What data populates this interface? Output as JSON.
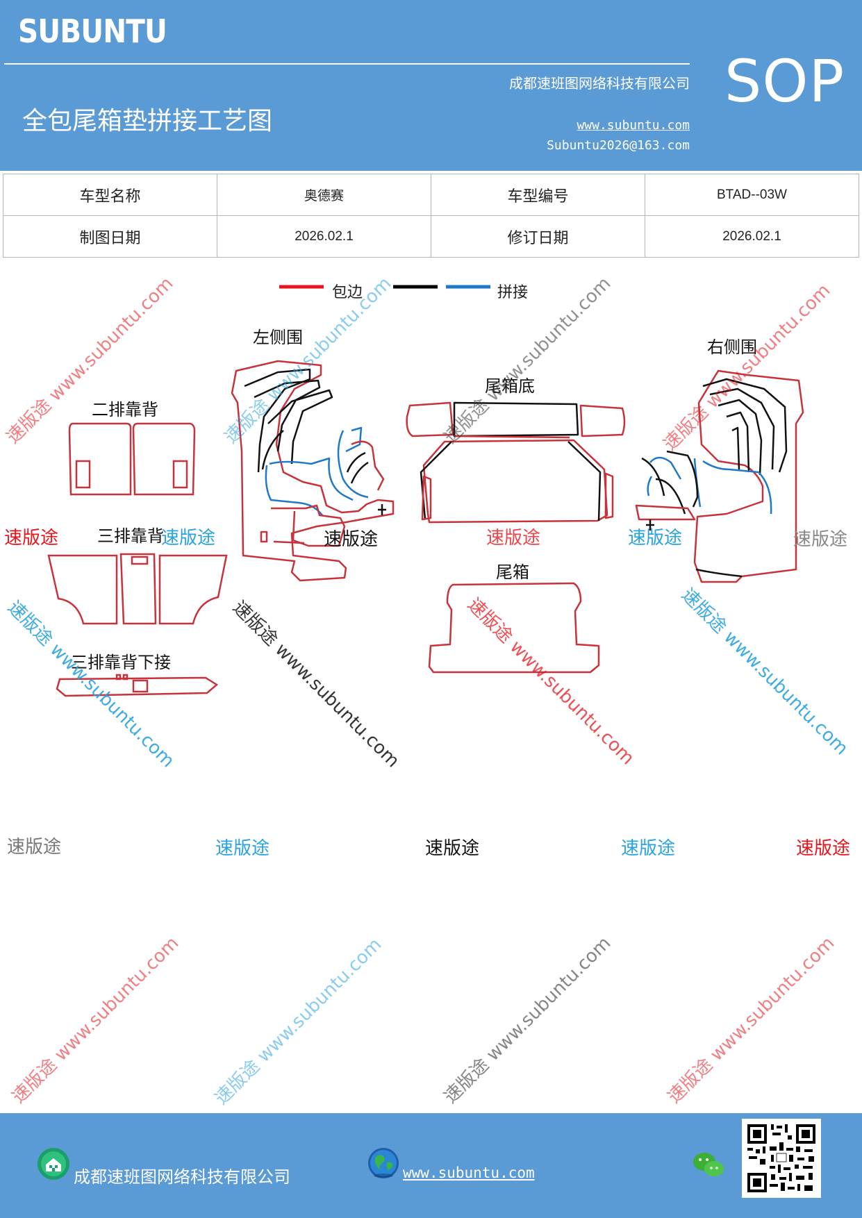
{
  "header": {
    "brand": "SUBUNTU",
    "title": "全包尾箱垫拼接工艺图",
    "company": "成都速班图网络科技有限公司",
    "website": "www.subuntu.com",
    "email": "Subuntu2026@163.com",
    "badge": "SOP"
  },
  "info_table": {
    "row1": {
      "label1": "车型名称",
      "value1": "奥德赛",
      "label2": "车型编号",
      "value2": "BTAD--03W"
    },
    "row2": {
      "label1": "制图日期",
      "value1": "2026.02.1",
      "label2": "修订日期",
      "value2": "2026.02.1"
    }
  },
  "legend": {
    "items": [
      {
        "label": "包边",
        "color": "#e8141b"
      },
      {
        "label": "",
        "color": "#000000"
      },
      {
        "label": "拼接",
        "color": "#1f78c8"
      }
    ]
  },
  "parts": {
    "left_side": "左侧围",
    "right_side": "右侧围",
    "trunk_floor": "尾箱底",
    "second_row_back": "二排靠背",
    "third_row_back": "三排靠背",
    "third_row_back_lower": "三排靠背下接",
    "trunk": "尾箱"
  },
  "watermarks": {
    "brand_cn": "速版途",
    "url_text": "速版途 www.subuntu.com",
    "url_only": "www.subuntu.com",
    "colors": {
      "red": "#e8141b",
      "blue": "#29a3e0",
      "black": "#111111",
      "gray": "#777777"
    }
  },
  "footer": {
    "company": "成都速班图网络科技有限公司",
    "website": "www.subuntu.com"
  },
  "icons": {
    "company_icon": "building-icon",
    "web_icon": "globe-icon",
    "chat_icon": "wechat-icon",
    "qr": "qr-code"
  }
}
